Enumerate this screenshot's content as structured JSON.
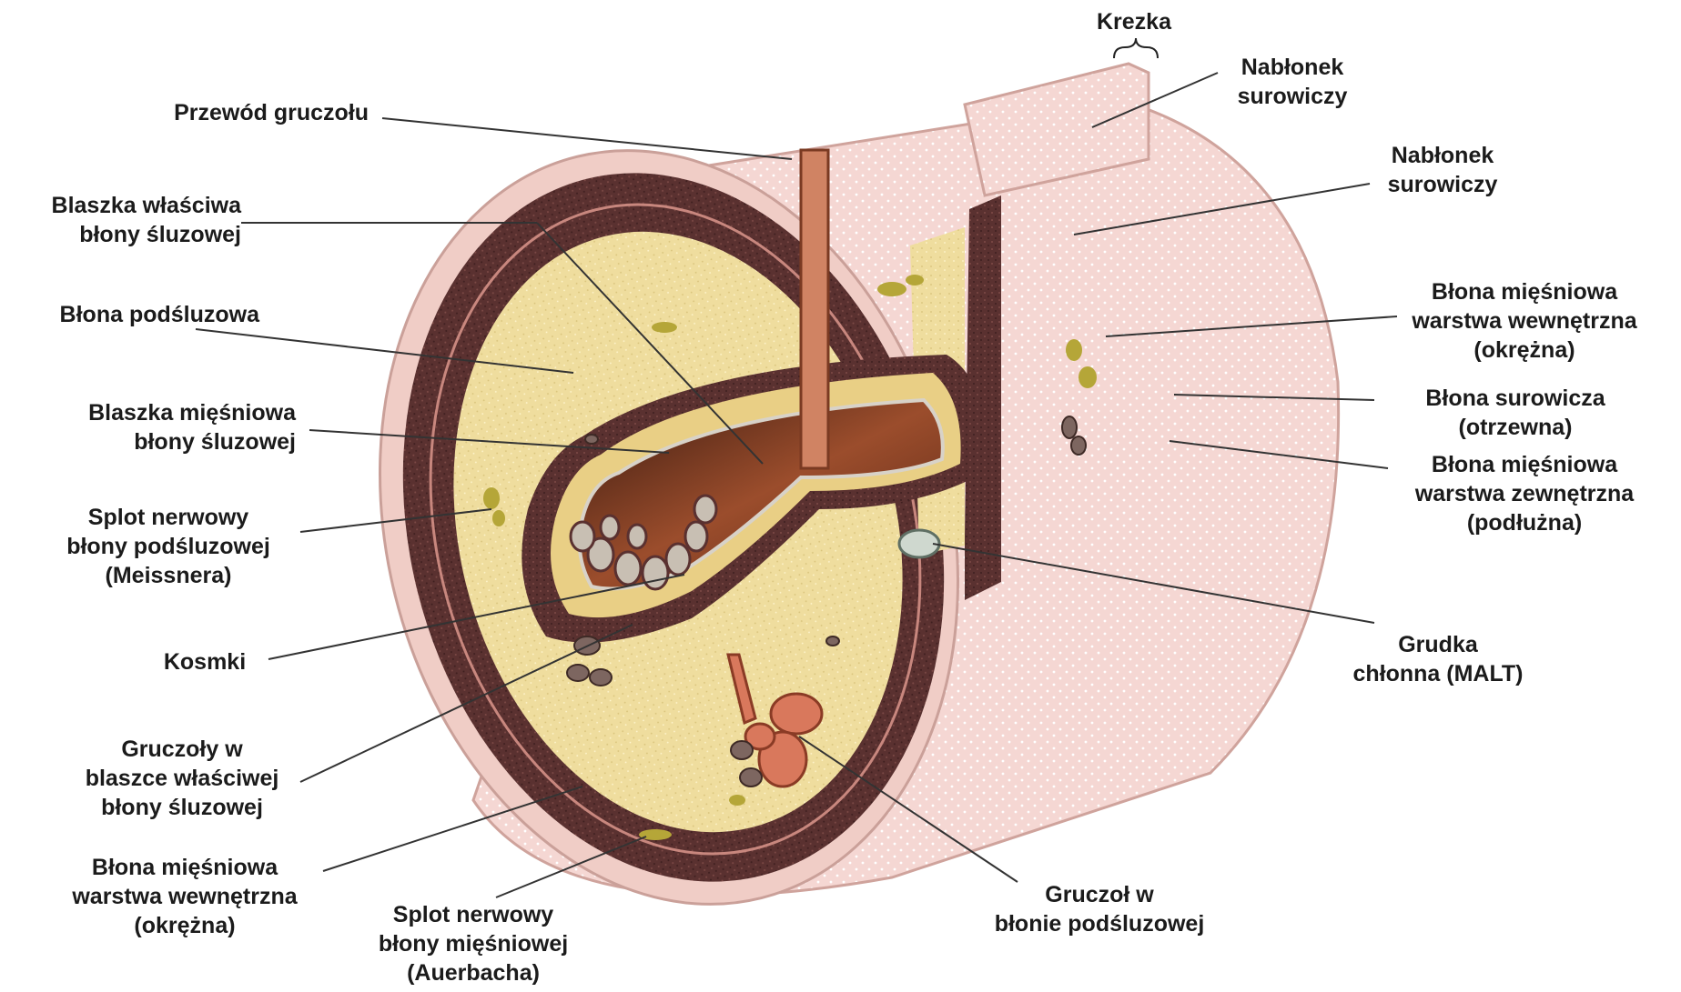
{
  "labels": {
    "krezka": [
      "Krezka"
    ],
    "nablonek_top": [
      "Nabłonek",
      "surowiczy"
    ],
    "nablonek_right": [
      "Nabłonek",
      "surowiczy"
    ],
    "przewod": [
      "Przewód gruczołu"
    ],
    "blaszka_wlasciwa": [
      "Blaszka właściwa",
      "błony śluzowej"
    ],
    "blona_podsluzowa": [
      "Błona podśluzowa"
    ],
    "blaszka_miesniowa": [
      "Blaszka mięśniowa",
      "błony śluzowej"
    ],
    "splot_meissnera": [
      "Splot nerwowy",
      "błony podśluzowej",
      "(Meissnera)"
    ],
    "kosmki": [
      "Kosmki"
    ],
    "gruczoly_blaszce": [
      "Gruczoły w",
      "blaszce właściwej",
      "błony śluzowej"
    ],
    "blona_miesniowa_okrezna_left": [
      "Błona mięśniowa",
      "warstwa wewnętrzna",
      "(okrężna)"
    ],
    "splot_auerbacha": [
      "Splot nerwowy",
      "błony mięśniowej",
      "(Auerbacha)"
    ],
    "gruczol_podsluzowej": [
      "Gruczoł w",
      "błonie podśluzowej"
    ],
    "grudka": [
      "Grudka",
      "chłonna (MALT)"
    ],
    "blona_miesniowa_okrezna_right": [
      "Błona mięśniowa",
      "warstwa wewnętrzna",
      "(okrężna)"
    ],
    "blona_surowicza": [
      "Błona surowicza",
      "(otrzewna)"
    ],
    "blona_miesniowa_podluzna": [
      "Błona mięśniowa",
      "warstwa zewnętrzna",
      "(podłużna)"
    ]
  },
  "colors": {
    "serosa": "#f3d3cf",
    "serosa_edge": "#e2b5ad",
    "muscle": "#5a3130",
    "submucosa": "#eedc9a",
    "mucosa_lumen": "#7a3a22",
    "lumen_light": "#b5603c",
    "gland": "#d9785c",
    "nerve": "#b5a638",
    "leader": "#333333"
  }
}
